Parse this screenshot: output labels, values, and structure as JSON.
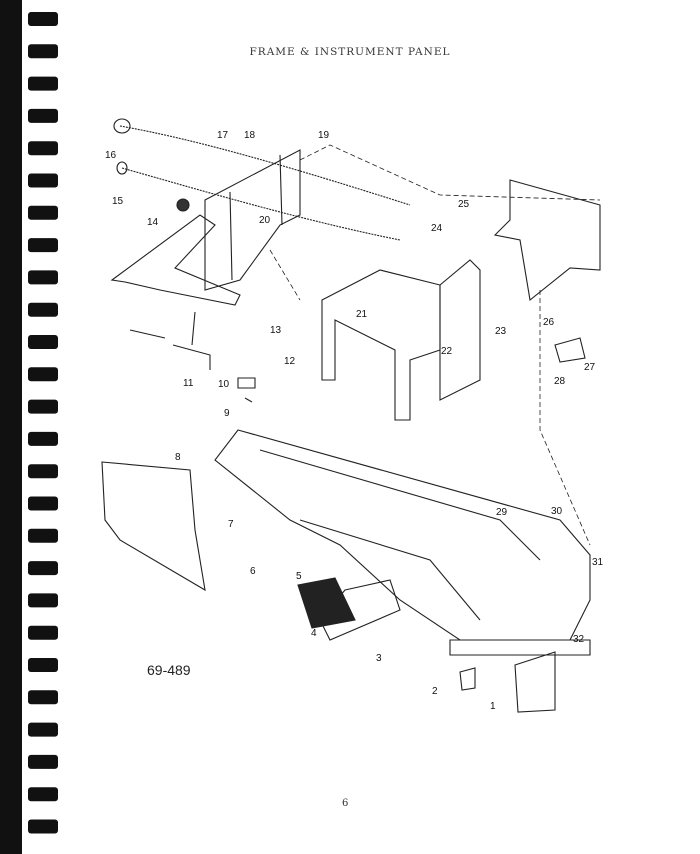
{
  "page": {
    "title": "FRAME & INSTRUMENT PANEL",
    "drawing_number": "69-489",
    "page_number": "6"
  },
  "callouts": [
    "1",
    "2",
    "3",
    "4",
    "5",
    "6",
    "7",
    "8",
    "9",
    "10",
    "11",
    "12",
    "13",
    "14",
    "15",
    "16",
    "17",
    "18",
    "19",
    "20",
    "21",
    "22",
    "23",
    "24",
    "25",
    "26",
    "27",
    "28",
    "29",
    "30",
    "31",
    "32"
  ]
}
